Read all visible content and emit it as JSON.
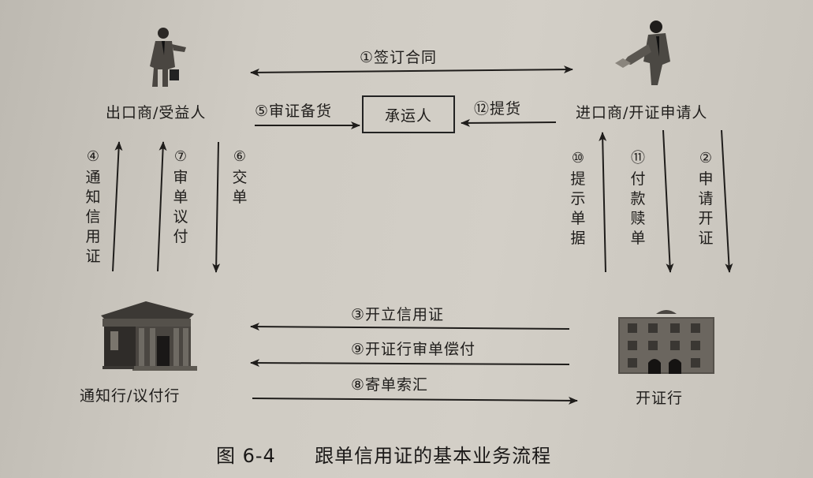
{
  "parties": {
    "exporter": "出口商/受益人",
    "importer": "进口商/开证申请人",
    "carrier": "承运人",
    "advising_bank": "通知行/议付行",
    "issuing_bank": "开证行"
  },
  "steps": {
    "s1": {
      "num": "①",
      "text": "签订合同",
      "direction": "bidirectional",
      "from": "出口商/受益人",
      "to": "进口商/开证申请人"
    },
    "s2": {
      "num": "②",
      "text": "申请开证",
      "direction": "down",
      "from": "进口商/开证申请人",
      "to": "开证行"
    },
    "s3": {
      "num": "③",
      "text": "开立信用证",
      "direction": "left",
      "from": "开证行",
      "to": "通知行/议付行"
    },
    "s4": {
      "num": "④",
      "text": "通知信用证",
      "direction": "up",
      "from": "通知行/议付行",
      "to": "出口商/受益人"
    },
    "s5": {
      "num": "⑤",
      "text": "审证备货",
      "direction": "right",
      "from": "出口商/受益人",
      "to": "承运人"
    },
    "s6": {
      "num": "⑥",
      "text": "交单",
      "direction": "down",
      "from": "出口商/受益人",
      "to": "通知行/议付行"
    },
    "s7": {
      "num": "⑦",
      "text": "审单议付",
      "direction": "up",
      "from": "通知行/议付行",
      "to": "出口商/受益人"
    },
    "s8": {
      "num": "⑧",
      "text": "寄单索汇",
      "direction": "right",
      "from": "通知行/议付行",
      "to": "开证行"
    },
    "s9": {
      "num": "⑨",
      "text": "开证行审单偿付",
      "direction": "left",
      "from": "开证行",
      "to": "通知行/议付行"
    },
    "s10": {
      "num": "⑩",
      "text": "提示单据",
      "direction": "up",
      "from": "开证行",
      "to": "进口商/开证申请人"
    },
    "s11": {
      "num": "⑪",
      "text": "付款赎单",
      "direction": "down",
      "from": "进口商/开证申请人",
      "to": "开证行"
    },
    "s12": {
      "num": "⑫",
      "text": "提货",
      "direction": "left",
      "from": "进口商/开证申请人",
      "to": "承运人"
    }
  },
  "vertical_chars": {
    "s4": [
      "通",
      "知",
      "信",
      "用",
      "证"
    ],
    "s7": [
      "审",
      "单",
      "议",
      "付"
    ],
    "s6": [
      "交",
      "单"
    ],
    "s10": [
      "提",
      "示",
      "单",
      "据"
    ],
    "s11": [
      "付",
      "款",
      "赎",
      "单"
    ],
    "s2": [
      "申",
      "请",
      "开",
      "证"
    ]
  },
  "caption": {
    "figure_no": "图 6-4",
    "title": "跟单信用证的基本业务流程"
  },
  "colors": {
    "ink": "#1f1d1b",
    "paper": "#cbc7bf"
  }
}
